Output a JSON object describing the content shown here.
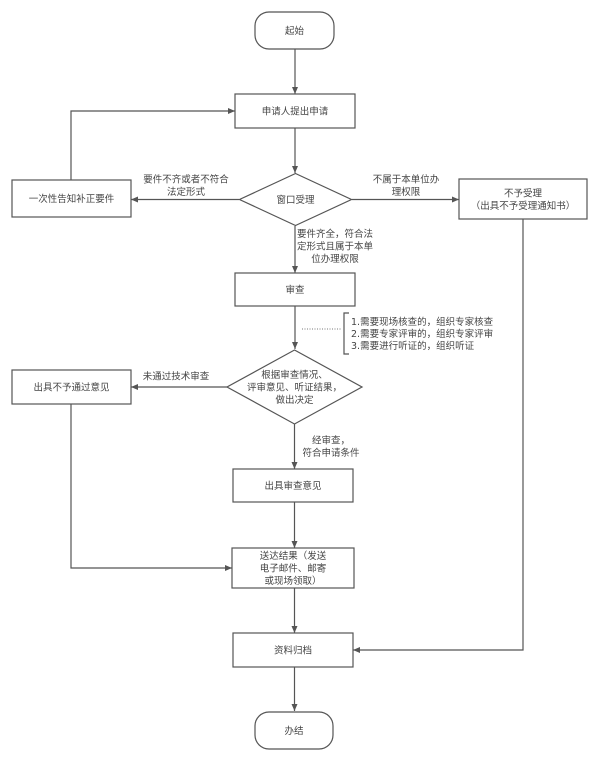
{
  "diagram": {
    "type": "flowchart",
    "nodes": {
      "start": {
        "shape": "terminal",
        "lines": [
          "起始"
        ]
      },
      "apply": {
        "shape": "process",
        "lines": [
          "申请人提出申请"
        ]
      },
      "supplement": {
        "shape": "process",
        "lines": [
          "一次性告知补正要件"
        ]
      },
      "window": {
        "shape": "decision",
        "lines": [
          "窗口受理"
        ]
      },
      "reject": {
        "shape": "process",
        "lines": [
          "不予受理",
          "（出具不予受理通知书）"
        ]
      },
      "review": {
        "shape": "process",
        "lines": [
          "审查"
        ]
      },
      "decide": {
        "shape": "decision",
        "lines": [
          "根据审查情况、",
          "评审意见、听证结果，",
          "做出决定"
        ]
      },
      "fail": {
        "shape": "process",
        "lines": [
          "出具不予通过意见"
        ]
      },
      "opinion": {
        "shape": "process",
        "lines": [
          "出具审查意见"
        ]
      },
      "deliver": {
        "shape": "process",
        "lines": [
          "送达结果（发送",
          "电子邮件、邮寄",
          "或现场领取）"
        ]
      },
      "archive": {
        "shape": "process",
        "lines": [
          "资料归档"
        ]
      },
      "end": {
        "shape": "terminal",
        "lines": [
          "办结"
        ]
      }
    },
    "edges": [
      {
        "from": "start",
        "to": "apply",
        "label": []
      },
      {
        "from": "apply",
        "to": "window",
        "label": []
      },
      {
        "from": "window",
        "to": "supplement",
        "label": [
          "要件不齐或者不符合",
          "法定形式"
        ]
      },
      {
        "from": "supplement",
        "to": "apply",
        "label": []
      },
      {
        "from": "window",
        "to": "reject",
        "label": [
          "不属于本单位办",
          "理权限"
        ]
      },
      {
        "from": "window",
        "to": "review",
        "label": [
          "要件齐全，符合法",
          "定形式且属于本单",
          "位办理权限"
        ]
      },
      {
        "from": "review",
        "to": "decide",
        "label": []
      },
      {
        "from": "decide",
        "to": "fail",
        "label": [
          "未通过技术审查"
        ]
      },
      {
        "from": "decide",
        "to": "opinion",
        "label": [
          "经审查，",
          "符合申请条件"
        ]
      },
      {
        "from": "opinion",
        "to": "deliver",
        "label": []
      },
      {
        "from": "fail",
        "to": "deliver",
        "label": []
      },
      {
        "from": "deliver",
        "to": "archive",
        "label": []
      },
      {
        "from": "reject",
        "to": "archive",
        "label": []
      },
      {
        "from": "archive",
        "to": "end",
        "label": []
      }
    ],
    "annotation": {
      "attached_to": "review-to-decide",
      "lines": [
        "1.需要现场核查的，组织专家核查",
        "2.需要专家评审的，组织专家评审",
        "3.需要进行听证的，组织听证"
      ]
    },
    "colors": {
      "stroke": "#555555",
      "text": "#444444",
      "background": "#ffffff"
    }
  }
}
